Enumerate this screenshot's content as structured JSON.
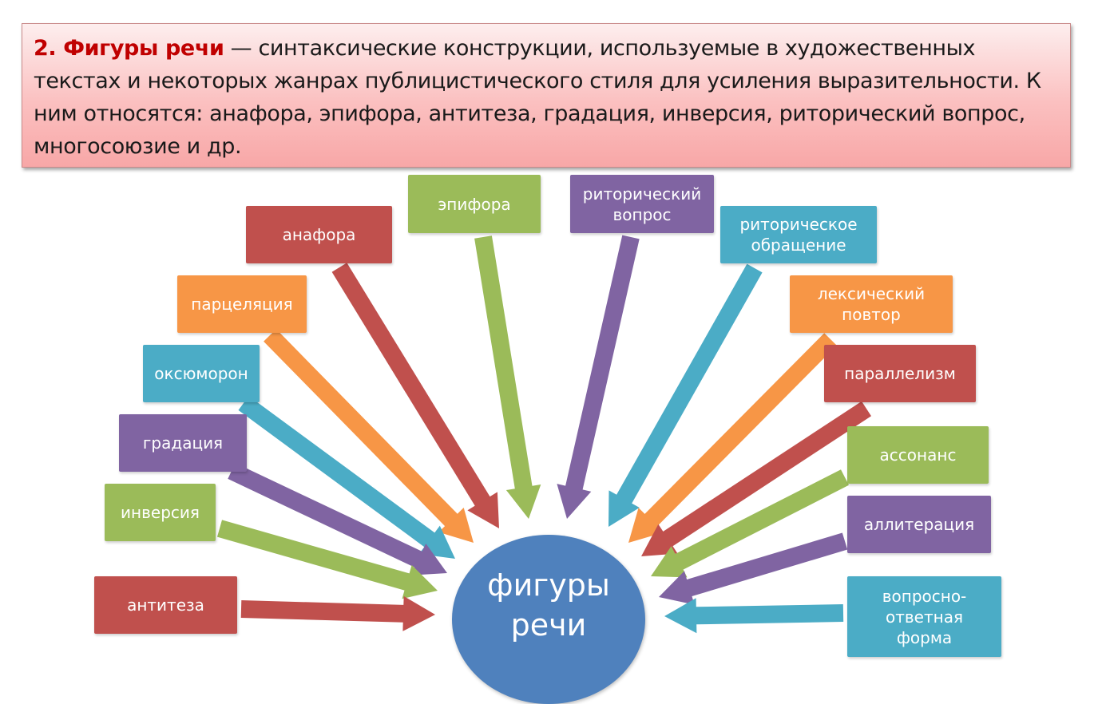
{
  "header": {
    "term": "2. Фигуры речи",
    "text": " — синтаксические конструкции, используемые в художественных текстах и некоторых жанрах публицистического стиля для усиления выразительности. К ним относятся: анафора, эпифора, антитеза, градация, инверсия, риторический вопрос, многосоюзие и др."
  },
  "center": {
    "label": "фигуры\nречи"
  },
  "colors": {
    "red": "#c0504d",
    "green": "#9bbb59",
    "purple": "#8064a2",
    "teal": "#4bacc6",
    "orange": "#f79646",
    "blue": "#4f81bd"
  },
  "nodes": [
    {
      "id": "anafora",
      "label": "анафора",
      "color": "red"
    },
    {
      "id": "epifora",
      "label": "эпифора",
      "color": "green"
    },
    {
      "id": "rit-vopros",
      "label": "риторический вопрос",
      "color": "purple"
    },
    {
      "id": "rit-obr",
      "label": "риторическое обращение",
      "color": "teal"
    },
    {
      "id": "parcel",
      "label": "парцеляция",
      "color": "orange"
    },
    {
      "id": "leks",
      "label": "лексический повтор",
      "color": "orange"
    },
    {
      "id": "oksum",
      "label": "оксюморон",
      "color": "teal"
    },
    {
      "id": "parall",
      "label": "параллелизм",
      "color": "red"
    },
    {
      "id": "gradac",
      "label": "градация",
      "color": "purple"
    },
    {
      "id": "asson",
      "label": "ассонанс",
      "color": "green"
    },
    {
      "id": "invers",
      "label": "инверсия",
      "color": "green"
    },
    {
      "id": "allit",
      "label": "аллитерация",
      "color": "purple"
    },
    {
      "id": "antit",
      "label": "антитеза",
      "color": "red"
    },
    {
      "id": "vopr-otv",
      "label": "вопросно-ответная форма",
      "color": "teal"
    }
  ]
}
